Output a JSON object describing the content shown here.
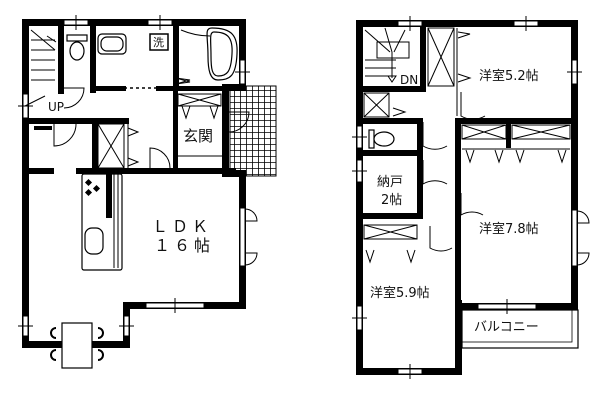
{
  "floor_plan": {
    "floors": [
      {
        "id": "floor-1",
        "rooms": [
          {
            "key": "ldk",
            "line1": "ＬＤＫ",
            "line2": "１６帖"
          },
          {
            "key": "entrance",
            "label": "玄関"
          },
          {
            "key": "laundry",
            "label": "洗"
          },
          {
            "key": "stairs",
            "label": "UP"
          }
        ]
      },
      {
        "id": "floor-2",
        "rooms": [
          {
            "key": "western-room-52",
            "label": "洋室5.2帖"
          },
          {
            "key": "western-room-78",
            "label": "洋室7.8帖"
          },
          {
            "key": "western-room-59",
            "label": "洋室5.9帖"
          },
          {
            "key": "storage",
            "line1": "納戸",
            "line2": "2帖"
          },
          {
            "key": "balcony",
            "label": "バルコニー"
          },
          {
            "key": "stairs",
            "label": "DN"
          }
        ]
      }
    ],
    "colors": {
      "wall": "#000000",
      "background": "#ffffff",
      "fixture": "#222222"
    }
  }
}
